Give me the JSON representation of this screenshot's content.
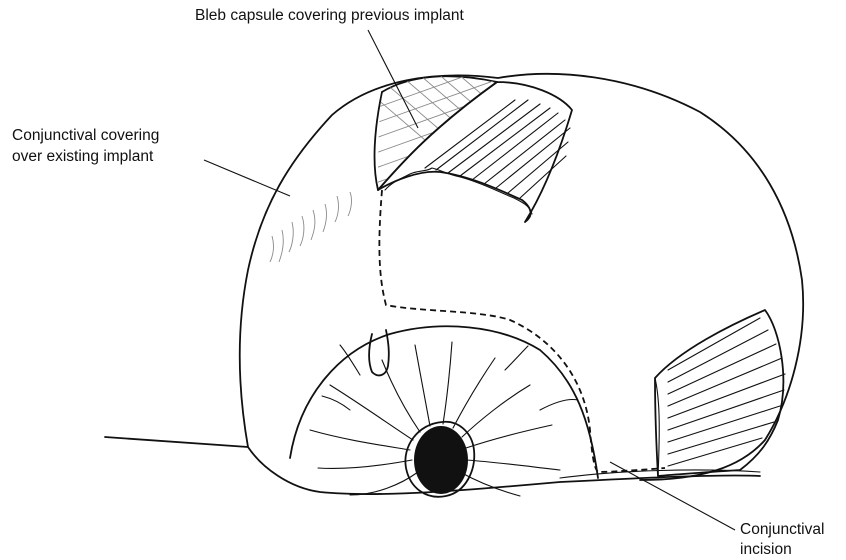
{
  "labels": {
    "bleb": "Bleb capsule covering previous implant",
    "conj_cover_line1": "Conjunctival covering",
    "conj_cover_line2": "over existing implant",
    "incision_line1": "Conjunctival",
    "incision_line2": "incision"
  },
  "colors": {
    "ink": "#111111",
    "hatch": "#8a8a8a",
    "background": "#ffffff"
  }
}
